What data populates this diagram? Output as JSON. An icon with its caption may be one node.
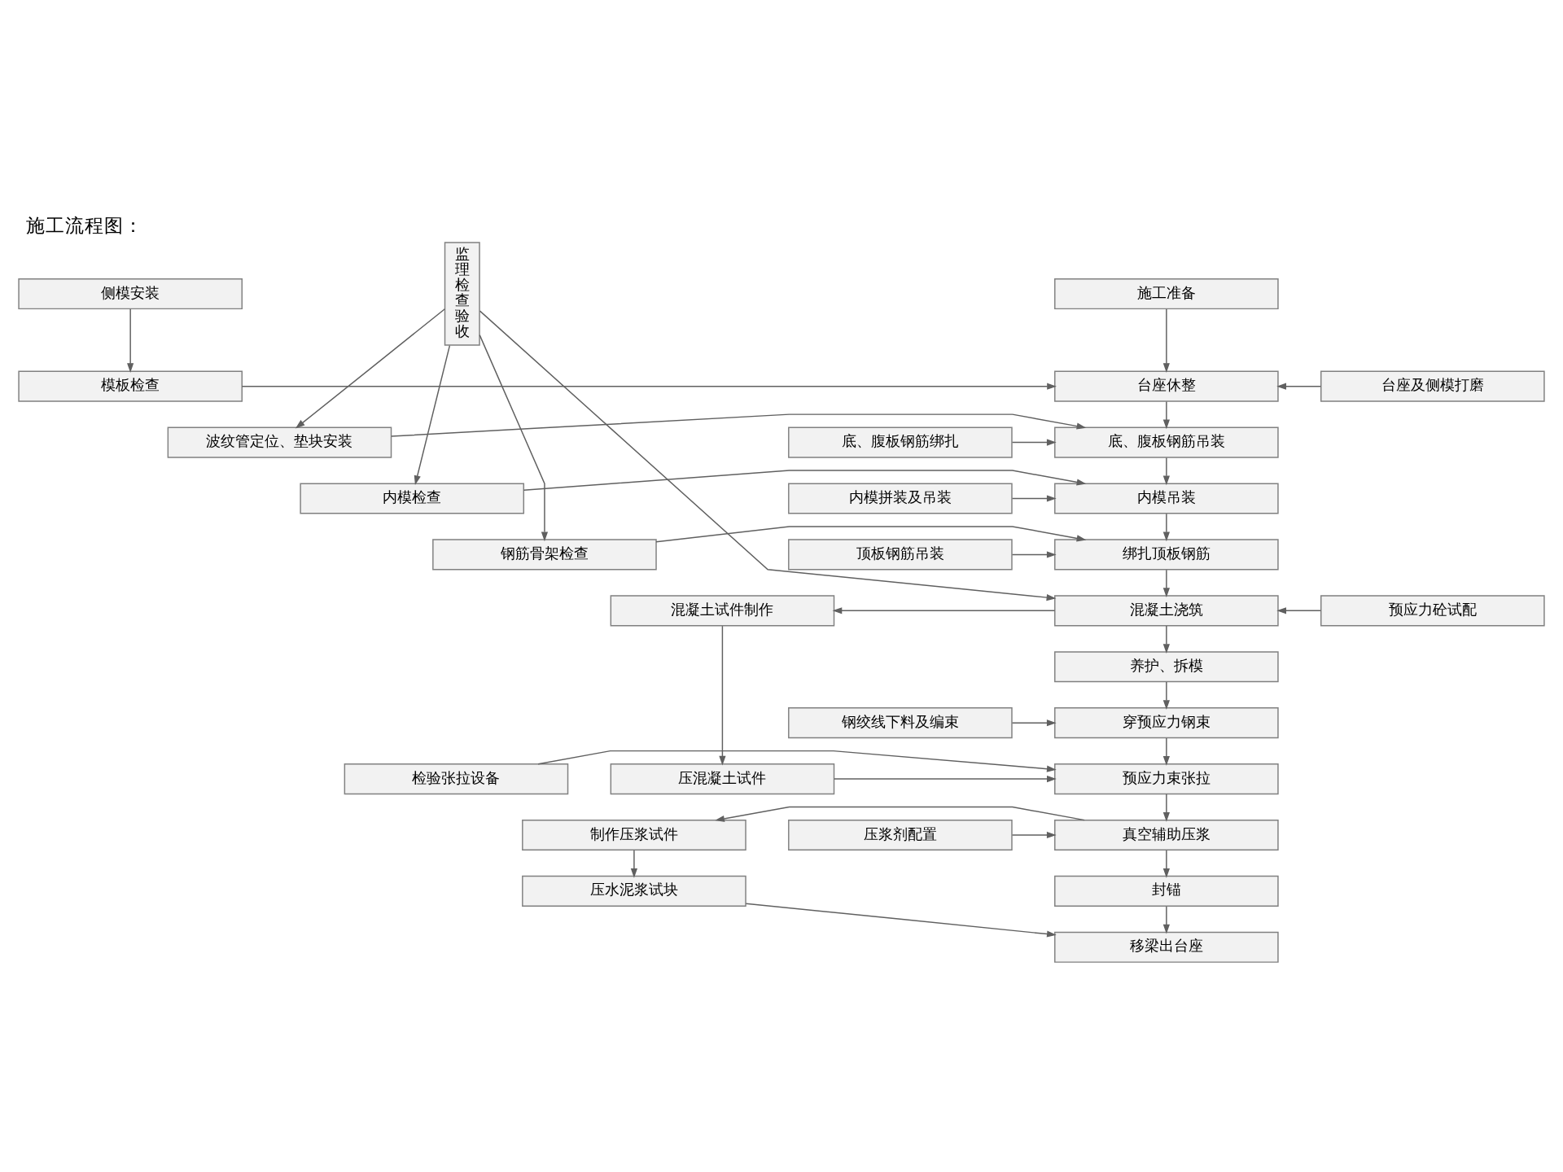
{
  "diagram": {
    "title": "施工流程图：",
    "nodes": [
      {
        "text": [
          "侧模安装"
        ]
      },
      {
        "text": [
          "施工准备"
        ]
      },
      {
        "text": [
          "模板检查"
        ]
      },
      {
        "text": [
          "台座休整"
        ]
      },
      {
        "text": [
          "台座及侧模打磨"
        ]
      },
      {
        "text": [
          "底、腹板钢筋绑扎"
        ]
      },
      {
        "text": [
          "底、腹板钢筋吊装"
        ]
      },
      {
        "text": [
          "波纹管定位、垫块安装"
        ]
      },
      {
        "text": [
          "监理检查验收"
        ]
      },
      {
        "text": [
          "内模拼装及吊装"
        ]
      },
      {
        "text": [
          "内模吊装"
        ]
      },
      {
        "text": [
          "内模检查"
        ]
      },
      {
        "text": [
          "顶板钢筋吊装"
        ]
      },
      {
        "text": [
          "绑扎顶板钢筋"
        ]
      },
      {
        "text": [
          "钢筋骨架检查"
        ]
      },
      {
        "text": [
          "预应力砼试配"
        ]
      },
      {
        "text": [
          "混凝土浇筑"
        ]
      },
      {
        "text": [
          "混凝土试件制作"
        ]
      },
      {
        "text": [
          "养护、拆模"
        ]
      },
      {
        "text": [
          "钢绞线下料及编束"
        ]
      },
      {
        "text": [
          "穿预应力钢束"
        ]
      },
      {
        "text": [
          "检验张拉设备"
        ]
      },
      {
        "text": [
          "预应力束张拉"
        ]
      },
      {
        "text": [
          "压混凝土试件"
        ]
      },
      {
        "text": [
          "压浆剂配置"
        ]
      },
      {
        "text": [
          "真空辅助压浆"
        ]
      },
      {
        "text": [
          "制作压浆试件"
        ]
      },
      {
        "text": [
          "封锚"
        ]
      },
      {
        "text": [
          "压水泥浆试块"
        ]
      },
      {
        "text": [
          "移梁出台座"
        ]
      }
    ],
    "edges": [
      {
        "from": 0,
        "to": 2,
        "arrow": "to"
      },
      {
        "from": 1,
        "to": 3,
        "arrow": "to"
      },
      {
        "from": 2,
        "to": 3,
        "arrow": "to"
      },
      {
        "from": 4,
        "to": 3,
        "arrow": "to"
      },
      {
        "from": 3,
        "to": 6,
        "arrow": "to"
      },
      {
        "from": 5,
        "to": 6,
        "arrow": "to"
      },
      {
        "from": 7,
        "to": 6,
        "arrow": "to"
      },
      {
        "from": 8,
        "to": 7,
        "arrow": "to"
      },
      {
        "from": 6,
        "to": 10,
        "arrow": "to"
      },
      {
        "from": 9,
        "to": 10,
        "arrow": "to"
      },
      {
        "from": 11,
        "to": 10,
        "arrow": "to"
      },
      {
        "from": 8,
        "to": 11,
        "arrow": "to"
      },
      {
        "from": 10,
        "to": 13,
        "arrow": "to"
      },
      {
        "from": 12,
        "to": 13,
        "arrow": "to"
      },
      {
        "from": 14,
        "to": 13,
        "arrow": "to"
      },
      {
        "from": 8,
        "to": 14,
        "arrow": "to"
      },
      {
        "from": 8,
        "to": 16,
        "arrow": "to"
      },
      {
        "from": 13,
        "to": 16,
        "arrow": "to"
      },
      {
        "from": 15,
        "to": 16,
        "arrow": "to"
      },
      {
        "from": 16,
        "to": 17,
        "arrow": "to"
      },
      {
        "from": 16,
        "to": 18,
        "arrow": "to"
      },
      {
        "from": 18,
        "to": 20,
        "arrow": "to"
      },
      {
        "from": 19,
        "to": 20,
        "arrow": "to"
      },
      {
        "from": 20,
        "to": 22,
        "arrow": "to"
      },
      {
        "from": 21,
        "to": 22,
        "arrow": "to"
      },
      {
        "from": 17,
        "to": 23,
        "arrow": "to"
      },
      {
        "from": 23,
        "to": 22,
        "arrow": "to"
      },
      {
        "from": 22,
        "to": 25,
        "arrow": "to"
      },
      {
        "from": 24,
        "to": 25,
        "arrow": "to"
      },
      {
        "from": 25,
        "to": 26,
        "arrow": "to"
      },
      {
        "from": 25,
        "to": 27,
        "arrow": "to"
      },
      {
        "from": 26,
        "to": 28,
        "arrow": "to"
      },
      {
        "from": 27,
        "to": 29,
        "arrow": "to"
      },
      {
        "from": 28,
        "to": 29,
        "arrow": "to"
      }
    ]
  }
}
